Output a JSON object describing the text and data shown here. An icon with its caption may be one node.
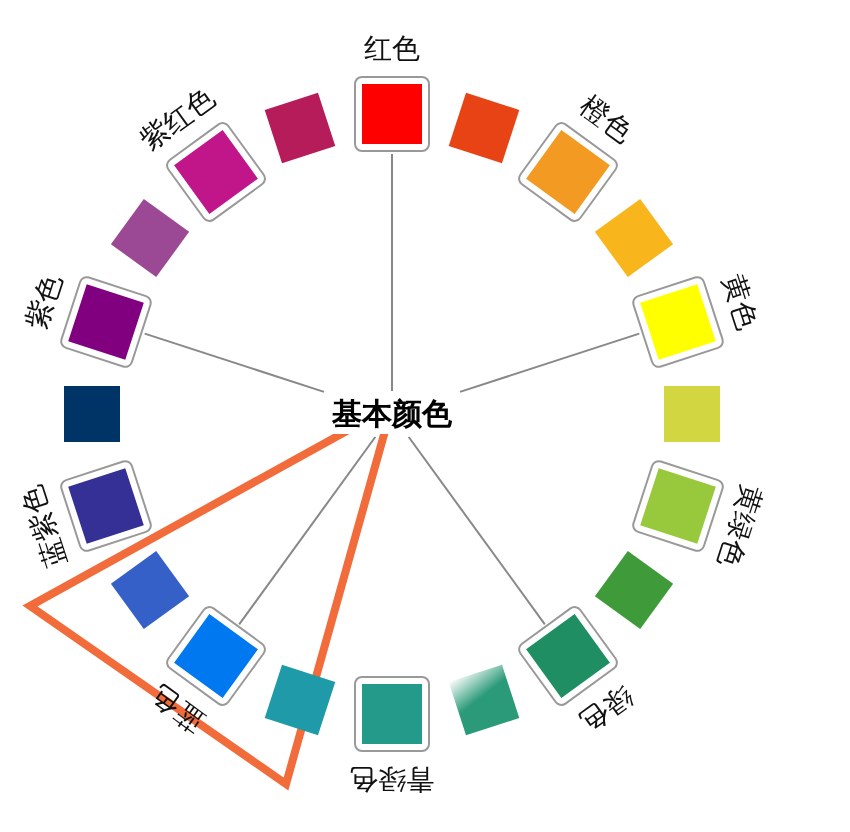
{
  "diagram": {
    "nodes": [
      {
        "text": [
          "红色"
        ]
      },
      {
        "text": [],
        "shape": "box"
      },
      {
        "text": [
          "橙色"
        ]
      },
      {
        "text": [],
        "shape": "box"
      },
      {
        "text": [
          "黄色"
        ]
      },
      {
        "text": [],
        "shape": "box"
      },
      {
        "text": [
          "黄绿色"
        ]
      },
      {
        "text": [],
        "shape": "box"
      },
      {
        "text": [
          "绿色"
        ]
      },
      {
        "text": [],
        "shape": "box"
      },
      {
        "text": [
          "青绿色"
        ]
      },
      {
        "text": [],
        "shape": "box"
      },
      {
        "text": [
          "蓝色"
        ]
      },
      {
        "text": [],
        "shape": "box"
      },
      {
        "text": [
          "蓝紫色"
        ]
      },
      {
        "text": [],
        "shape": "box"
      },
      {
        "text": [
          "紫色"
        ]
      },
      {
        "text": [],
        "shape": "box"
      },
      {
        "text": [
          "紫红色"
        ]
      },
      {
        "text": [],
        "shape": "box"
      },
      {
        "text": [
          "基本颜色"
        ]
      }
    ],
    "edges": [
      {
        "from": 20,
        "to": 0,
        "arrow": "none"
      },
      {
        "from": 20,
        "to": 4,
        "arrow": "none"
      },
      {
        "from": 20,
        "to": 8,
        "arrow": "none"
      },
      {
        "from": 20,
        "to": 12,
        "arrow": "none"
      },
      {
        "from": 20,
        "to": 16,
        "arrow": "none"
      }
    ]
  }
}
